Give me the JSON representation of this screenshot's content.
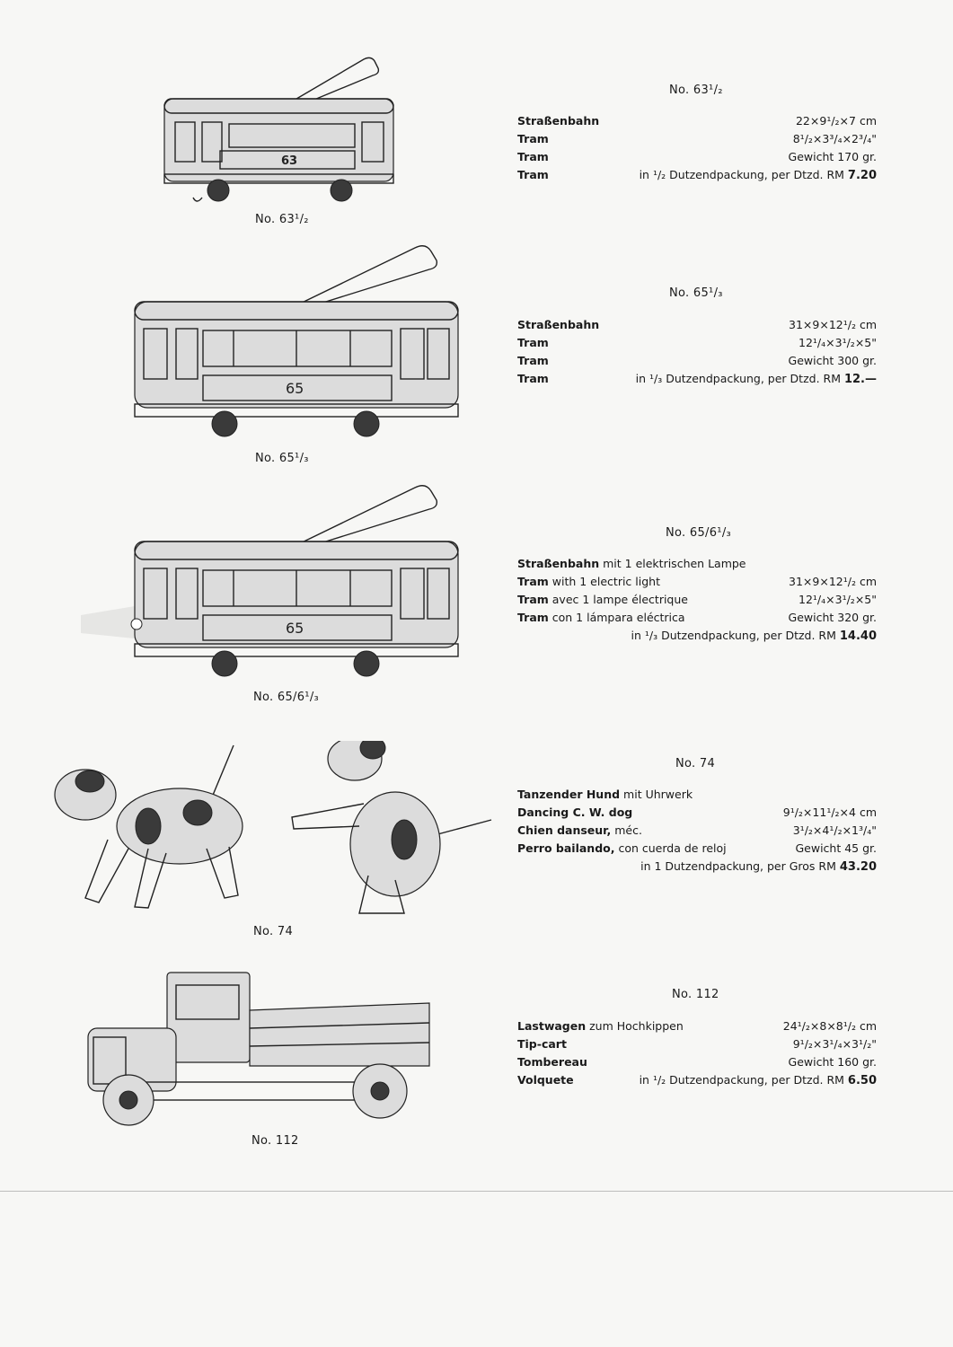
{
  "items": [
    {
      "number": "No. 63¹/₂",
      "caption": "No. 63¹/₂",
      "tram_label": "63",
      "rows": [
        {
          "name": "Straßenbahn",
          "note": "",
          "spec": "22×9¹/₂×7 cm"
        },
        {
          "name": "Tram",
          "note": "",
          "spec": "8¹/₂×3³/₄×2³/₄\""
        },
        {
          "name": "Tram",
          "note": "",
          "spec": "Gewicht 170 gr."
        },
        {
          "name": "Tram",
          "note": "",
          "spec": "in ¹/₂ Dutzendpackung, per Dtzd. RM",
          "price": "7.20"
        }
      ]
    },
    {
      "number": "No. 65¹/₃",
      "caption": "No. 65¹/₃",
      "tram_label": "65",
      "rows": [
        {
          "name": "Straßenbahn",
          "note": "",
          "spec": "31×9×12¹/₂ cm"
        },
        {
          "name": "Tram",
          "note": "",
          "spec": "12¹/₄×3¹/₂×5\""
        },
        {
          "name": "Tram",
          "note": "",
          "spec": "Gewicht 300 gr."
        },
        {
          "name": "Tram",
          "note": "",
          "spec": "in ¹/₃ Dutzendpackung, per Dtzd. RM",
          "price": "12.—"
        }
      ]
    },
    {
      "number": "No. 65/6¹/₃",
      "caption": "No. 65/6¹/₃",
      "tram_label": "65",
      "rows": [
        {
          "name": "Straßenbahn",
          "note": "mit 1 elektrischen Lampe",
          "spec": ""
        },
        {
          "name": "Tram",
          "note": "with 1 electric light",
          "spec": "31×9×12¹/₂ cm"
        },
        {
          "name": "Tram",
          "note": "avec 1 lampe électrique",
          "spec": "12¹/₄×3¹/₂×5\""
        },
        {
          "name": "Tram",
          "note": "con 1 lámpara eléctrica",
          "spec": "Gewicht 320 gr."
        },
        {
          "name": "",
          "note": "",
          "spec": "in ¹/₃ Dutzendpackung, per Dtzd. RM",
          "price": "14.40"
        }
      ]
    },
    {
      "number": "No. 74",
      "caption": "No. 74",
      "rows": [
        {
          "name": "Tanzender Hund",
          "note": "mit Uhrwerk",
          "spec": ""
        },
        {
          "name": "Dancing C. W. dog",
          "note": "",
          "spec": "9¹/₂×11¹/₂×4 cm"
        },
        {
          "name": "Chien danseur,",
          "note": "méc.",
          "spec": "3¹/₂×4¹/₂×1³/₄\""
        },
        {
          "name": "Perro bailando,",
          "note": "con cuerda de reloj",
          "spec": "Gewicht 45 gr."
        },
        {
          "name": "",
          "note": "",
          "spec": "in 1 Dutzendpackung, per Gros RM",
          "price": "43.20"
        }
      ]
    },
    {
      "number": "No. 112",
      "caption": "No. 112",
      "rows": [
        {
          "name": "Lastwagen",
          "note": "zum Hochkippen",
          "spec": "24¹/₂×8×8¹/₂ cm"
        },
        {
          "name": "Tip-cart",
          "note": "",
          "spec": "9¹/₂×3¹/₄×3¹/₂\""
        },
        {
          "name": "Tombereau",
          "note": "",
          "spec": "Gewicht 160 gr."
        },
        {
          "name": "Volquete",
          "note": "",
          "spec": "in ¹/₂ Dutzendpackung, per Dtzd. RM",
          "price": "6.50"
        }
      ]
    }
  ]
}
